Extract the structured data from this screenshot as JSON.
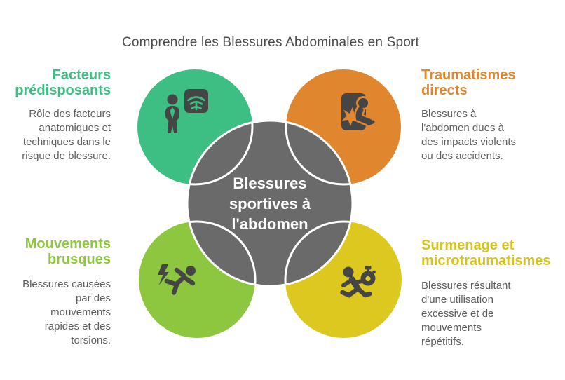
{
  "title": "Comprendre les Blessures Abdominales en Sport",
  "center": {
    "label": "Blessures\nsportives à\nl'abdomen",
    "color": "#6a6a6a"
  },
  "sections": {
    "predisposing": {
      "heading": "Facteurs\nprédisposants",
      "body": "Rôle des facteurs\nanatomiques et\ntechniques dans le\nrisque de blessure.",
      "color": "#3dbe82",
      "icon": "person-xray-icon"
    },
    "direct_trauma": {
      "heading": "Traumatismes\ndirects",
      "body": "Blessures à\nl'abdomen dues à\ndes impacts violents\nou des accidents.",
      "color": "#e0862f",
      "icon": "impact-collision-icon"
    },
    "sudden_movements": {
      "heading": "Mouvements\nbrusques",
      "body": "Blessures causées\npar des\nmouvements\nrapides et des\ntorsions.",
      "color": "#8dc63f",
      "icon": "falling-person-icon"
    },
    "overuse": {
      "heading": "Surmenage et\nmicrotraumatismes",
      "body": "Blessures résultant\nd'une utilisation\nexcessive et de\nmouvements\nrépétitifs.",
      "color": "#ddc81f",
      "icon": "runner-stopwatch-icon"
    }
  },
  "colors": {
    "title_text": "#4b4b4b",
    "body_text": "#5d5d5d",
    "icon_dark": "#454545",
    "outline_white": "#ffffff",
    "background": "#ffffff"
  }
}
